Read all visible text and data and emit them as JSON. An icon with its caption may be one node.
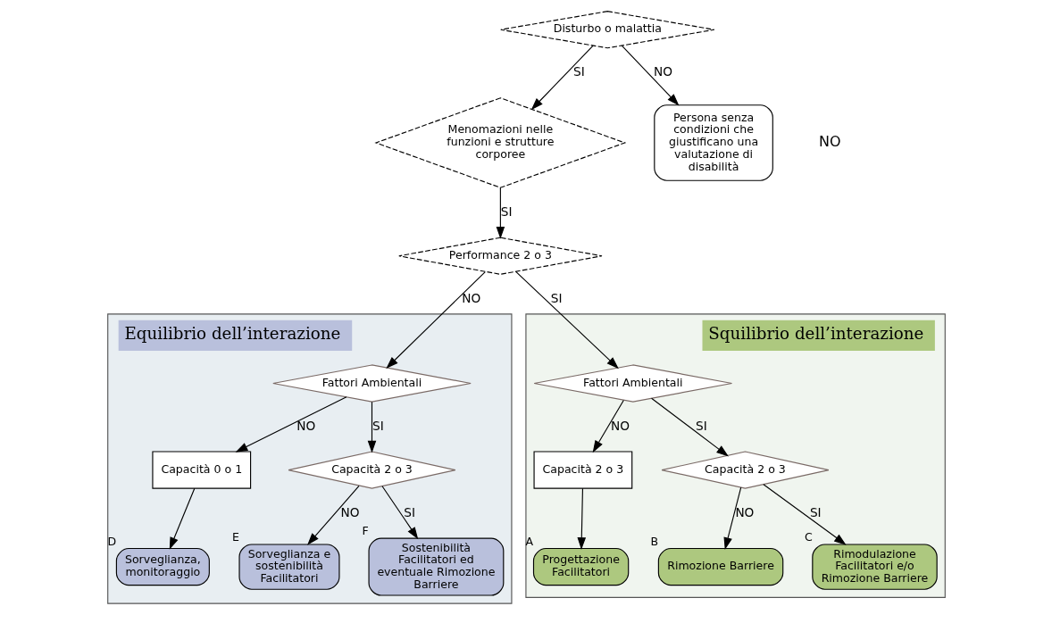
{
  "diagram": {
    "nodes": [
      {
        "text": [
          "Disturbo o malattia"
        ]
      },
      {
        "text": [
          "Menomazioni nelle funzioni e strutture corporee"
        ]
      },
      {
        "text": [
          "Persona senza condizioni che giustificano una valutazione di disabilità"
        ]
      },
      {
        "text": [
          "Performance 2 o 3"
        ]
      },
      {
        "text": [
          "Equilibrio dell’interazione"
        ]
      },
      {
        "text": [
          "Fattori Ambientali"
        ],
        "in": 4
      },
      {
        "text": [
          "Capacità 0 o 1"
        ],
        "in": 4
      },
      {
        "text": [
          "Capacità 2 o 3"
        ],
        "in": 4
      },
      {
        "text": [
          "Sorveglianza, monitoraggio"
        ],
        "in": 4,
        "beside": [
          "D"
        ]
      },
      {
        "text": [
          "Sorveglianza e sostenibilità Facilitatori"
        ],
        "in": 4,
        "beside": [
          "E"
        ]
      },
      {
        "text": [
          "Sostenibilità Facilitatori ed eventuale Rimozione Barriere"
        ],
        "in": 4,
        "beside": [
          "F"
        ]
      },
      {
        "text": [
          "Squilibrio dell’interazione"
        ]
      },
      {
        "text": [
          "Fattori Ambientali"
        ],
        "in": 11
      },
      {
        "text": [
          "Capacità 2 o 3"
        ],
        "in": 11
      },
      {
        "text": [
          "Capacità 2 o 3"
        ],
        "in": 11
      },
      {
        "text": [
          "Progettazione Facilitatori"
        ],
        "in": 11,
        "beside": [
          "A"
        ]
      },
      {
        "text": [
          "Rimozione Barriere"
        ],
        "in": 11,
        "beside": [
          "B"
        ]
      },
      {
        "text": [
          "Rimodulazione Facilitatori e/o Rimozione Barriere"
        ],
        "in": 11,
        "beside": [
          "C"
        ]
      }
    ],
    "edges": [
      {
        "from": 0,
        "to": 2,
        "arrow": "to",
        "label": "NO"
      },
      {
        "from": 0,
        "to": 1,
        "arrow": "to",
        "label": "SI"
      },
      {
        "from": 1,
        "to": 3,
        "arrow": "to",
        "label": "SI"
      },
      {
        "from": 3,
        "to": 5,
        "arrow": "to",
        "label": "NO"
      },
      {
        "from": 3,
        "to": 12,
        "arrow": "to",
        "label": "SI"
      },
      {
        "from": 5,
        "to": 6,
        "arrow": "to",
        "label": "NO"
      },
      {
        "from": 5,
        "to": 7,
        "arrow": "to",
        "label": "SI"
      },
      {
        "from": 6,
        "to": 8,
        "arrow": "to"
      },
      {
        "from": 7,
        "to": 9,
        "arrow": "to",
        "label": "NO"
      },
      {
        "from": 7,
        "to": 10,
        "arrow": "to",
        "label": "SI"
      },
      {
        "from": 12,
        "to": 13,
        "arrow": "to",
        "label": "NO"
      },
      {
        "from": 12,
        "to": 14,
        "arrow": "to",
        "label": "SI"
      },
      {
        "from": 13,
        "to": 15,
        "arrow": "to"
      },
      {
        "from": 14,
        "to": 16,
        "arrow": "to",
        "label": "NO"
      },
      {
        "from": 14,
        "to": 17,
        "arrow": "to",
        "label": "SI"
      }
    ],
    "labels": [
      "NO"
    ]
  }
}
